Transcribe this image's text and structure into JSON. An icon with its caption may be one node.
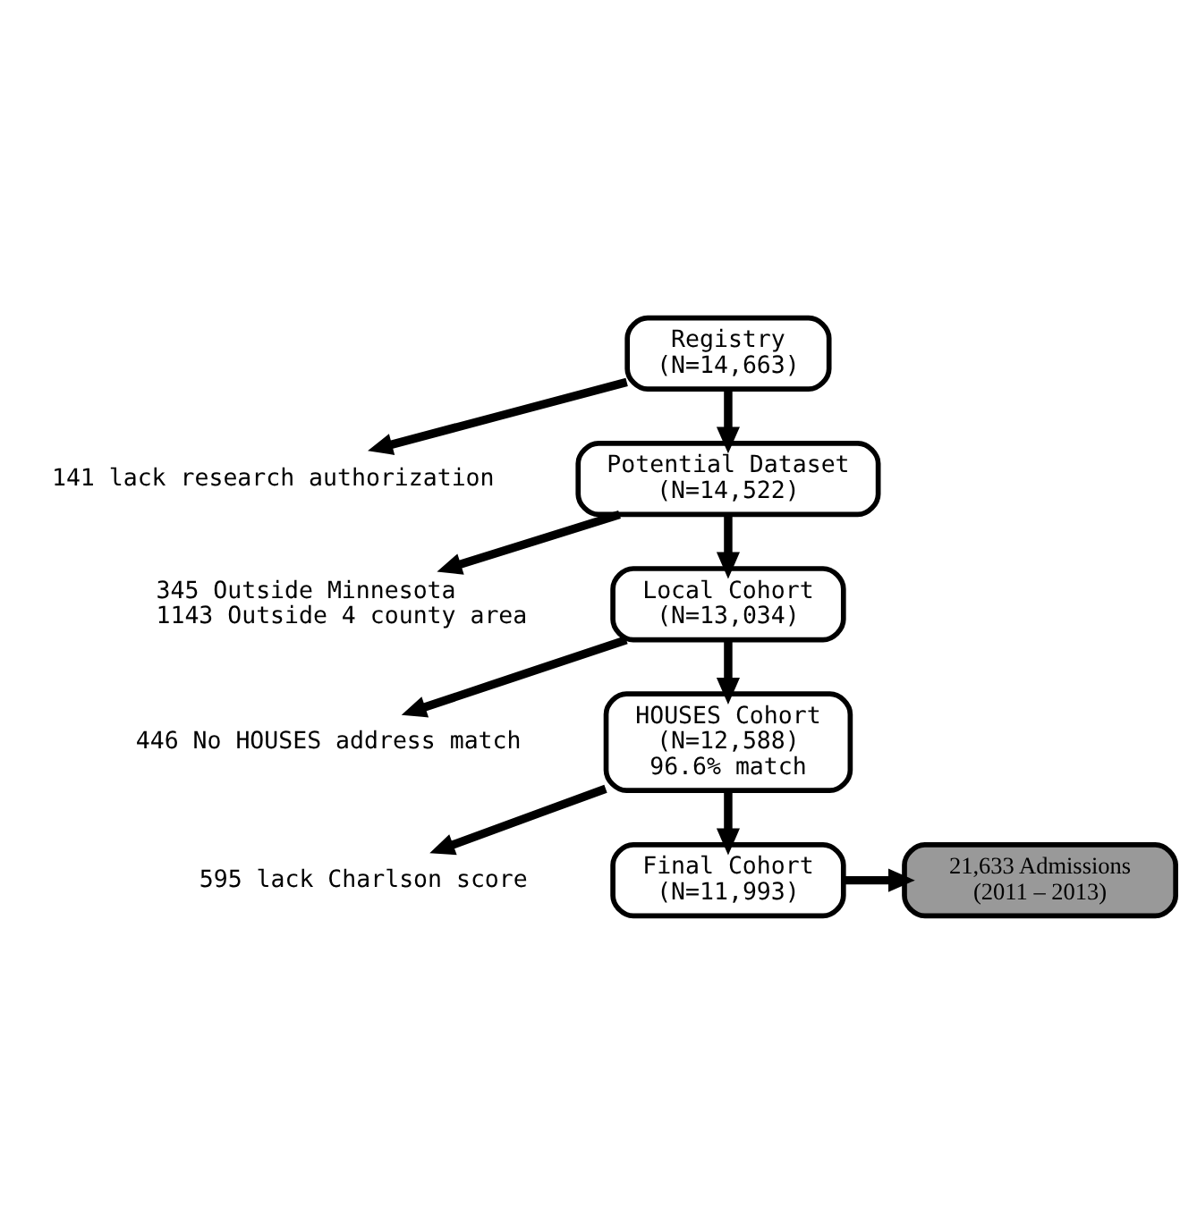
{
  "diagram": {
    "nodes": [
      {
        "text": [
          "Registry",
          "(N=14,663)"
        ]
      },
      {
        "text": [
          "141 lack research authorization"
        ]
      },
      {
        "text": [
          "Potential Dataset",
          "(N=14,522)"
        ]
      },
      {
        "text": [
          "345 Outside Minnesota",
          "1143 Outside 4 county area"
        ]
      },
      {
        "text": [
          "Local Cohort",
          "(N=13,034)"
        ]
      },
      {
        "text": [
          "446 No HOUSES address match"
        ]
      },
      {
        "text": [
          "HOUSES Cohort",
          "(N=12,588)",
          "96.6% match"
        ]
      },
      {
        "text": [
          "595 lack Charlson score"
        ]
      },
      {
        "text": [
          "Final Cohort",
          "(N=11,993)"
        ]
      },
      {
        "text": [
          "21,633 Admissions",
          "(2011 – 2013)"
        ]
      }
    ],
    "edges": [
      {
        "from": 0,
        "to": 2,
        "arrow": "to"
      },
      {
        "from": 0,
        "to": 1,
        "arrow": "to"
      },
      {
        "from": 2,
        "to": 4,
        "arrow": "to"
      },
      {
        "from": 2,
        "to": 3,
        "arrow": "to"
      },
      {
        "from": 4,
        "to": 6,
        "arrow": "to"
      },
      {
        "from": 4,
        "to": 5,
        "arrow": "to"
      },
      {
        "from": 6,
        "to": 8,
        "arrow": "to"
      },
      {
        "from": 6,
        "to": 7,
        "arrow": "to"
      },
      {
        "from": 8,
        "to": 9,
        "arrow": "to"
      }
    ]
  }
}
